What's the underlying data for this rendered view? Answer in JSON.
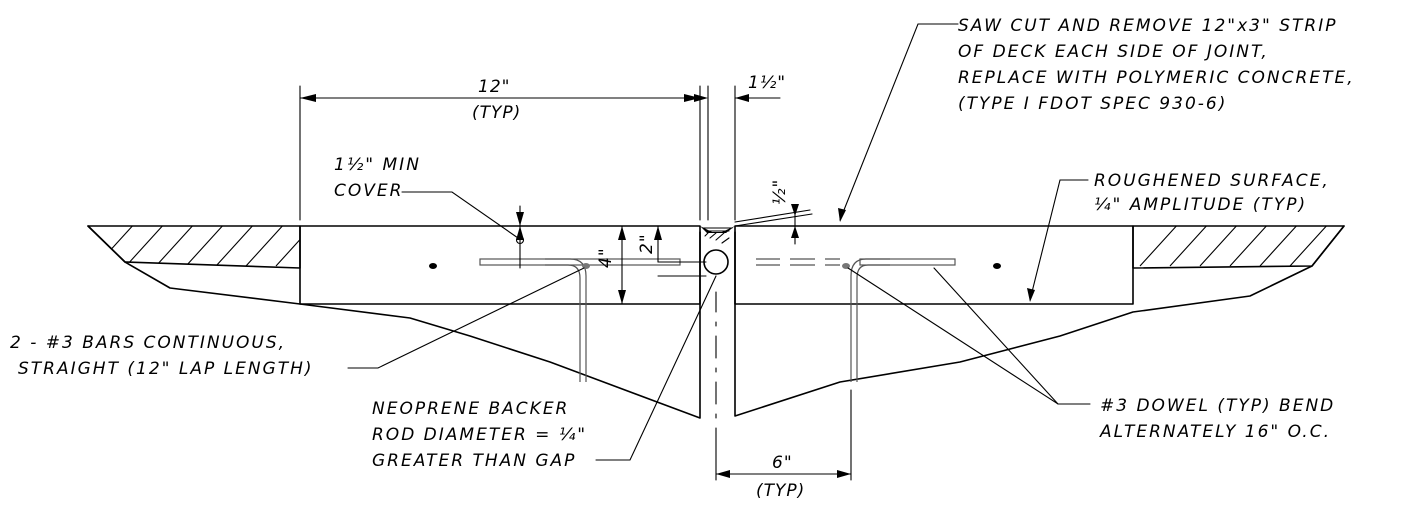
{
  "notes": {
    "saw_cut": [
      "SAW CUT AND REMOVE 12\"x3\" STRIP",
      "OF DECK EACH SIDE OF JOINT,",
      "REPLACE WITH POLYMERIC CONCRETE,",
      "(TYPE I  FDOT SPEC 930-6)"
    ],
    "roughened": [
      "ROUGHENED SURFACE,",
      "¼\" AMPLITUDE (TYP)"
    ],
    "min_cover": [
      "1½\" MIN",
      "COVER"
    ],
    "bars": [
      "2 - #3 BARS CONTINUOUS,",
      "STRAIGHT (12\" LAP LENGTH)"
    ],
    "backer_rod": [
      "NEOPRENE BACKER",
      "ROD DIAMETER = ¼\"",
      "GREATER THAN GAP"
    ],
    "dowel": [
      "#3 DOWEL (TYP) BEND",
      "ALTERNATELY 16\" O.C."
    ]
  },
  "dimensions": {
    "width_12": "12\"",
    "width_12_typ": "(TYP)",
    "gap_1_5": "1½\"",
    "depth_half": "½\"",
    "depth_2": "2\"",
    "depth_4": "4\"",
    "dowel_6": "6\"",
    "dowel_6_typ": "(TYP)"
  }
}
